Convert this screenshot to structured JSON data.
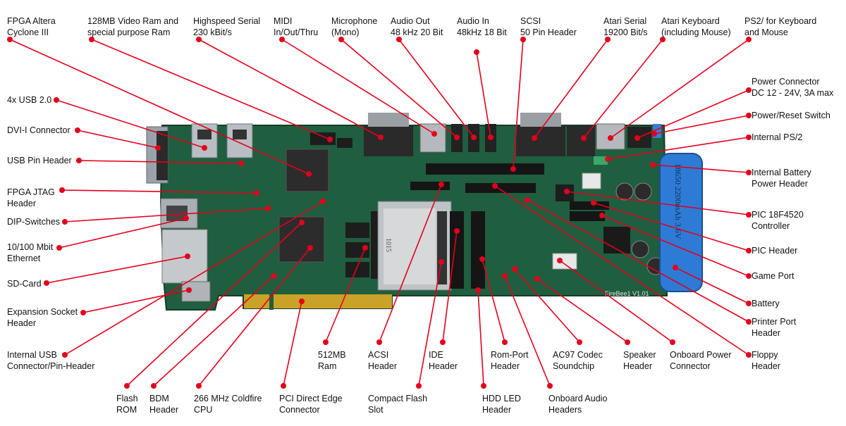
{
  "colors": {
    "pcb": "#1f5e3f",
    "leader": "#e3001b",
    "text": "#111111"
  },
  "board": {
    "marking": "FireBee1 V1.01",
    "battery_marking": "18650 2200mAh 3.6V",
    "cf_chip": "1015"
  },
  "labels": [
    {
      "id": "fpga",
      "text": "FPGA Altera\nCyclone III"
    },
    {
      "id": "video-ram",
      "text": "128MB Video Ram and\nspecial purpose Ram"
    },
    {
      "id": "hs-serial",
      "text": "Highspeed Serial\n230 kBit/s"
    },
    {
      "id": "midi",
      "text": "MIDI\nIn/Out/Thru"
    },
    {
      "id": "mic",
      "text": "Microphone\n(Mono)"
    },
    {
      "id": "audio-out",
      "text": "Audio Out\n48 kHz 20 Bit"
    },
    {
      "id": "audio-in",
      "text": "Audio In\n48kHz 18 Bit"
    },
    {
      "id": "scsi",
      "text": "SCSI\n50 Pin Header"
    },
    {
      "id": "atari-serial",
      "text": "Atari Serial\n19200 Bit/s"
    },
    {
      "id": "atari-kbd",
      "text": "Atari Keyboard\n(including Mouse)"
    },
    {
      "id": "ps2",
      "text": "PS2/ for Keyboard\nand Mouse"
    },
    {
      "id": "power-conn",
      "text": "Power Connector\nDC 12 - 24V, 3A max"
    },
    {
      "id": "power-switch",
      "text": "Power/Reset Switch"
    },
    {
      "id": "internal-ps2",
      "text": "Internal PS/2"
    },
    {
      "id": "batt-header",
      "text": "Internal Battery\nPower Header"
    },
    {
      "id": "pic",
      "text": "PIC 18F4520\nController"
    },
    {
      "id": "pic-header",
      "text": "PIC Header"
    },
    {
      "id": "game-port",
      "text": "Game Port"
    },
    {
      "id": "battery",
      "text": "Battery"
    },
    {
      "id": "printer",
      "text": "Printer Port\nHeader"
    },
    {
      "id": "floppy",
      "text": "Floppy\nHeader"
    },
    {
      "id": "usb4",
      "text": "4x USB 2.0"
    },
    {
      "id": "dvi",
      "text": "DVI-I Connector"
    },
    {
      "id": "usb-pin",
      "text": "USB Pin Header"
    },
    {
      "id": "jtag",
      "text": "FPGA JTAG\nHeader"
    },
    {
      "id": "dip",
      "text": "DIP-Switches"
    },
    {
      "id": "ethernet",
      "text": "10/100 Mbit\nEthernet"
    },
    {
      "id": "sd",
      "text": "SD-Card"
    },
    {
      "id": "expansion",
      "text": "Expansion Socket\nHeader"
    },
    {
      "id": "int-usb",
      "text": "Internal USB\nConnector/Pin-Header"
    },
    {
      "id": "flash",
      "text": "Flash\nROM"
    },
    {
      "id": "bdm",
      "text": "BDM\nHeader"
    },
    {
      "id": "cpu",
      "text": "266 MHz Coldfire\nCPU"
    },
    {
      "id": "pci",
      "text": "PCI Direct Edge\nConnector"
    },
    {
      "id": "ram512",
      "text": "512MB\nRam"
    },
    {
      "id": "acsi",
      "text": "ACSI\nHeader"
    },
    {
      "id": "cf",
      "text": "Compact Flash\nSlot"
    },
    {
      "id": "ide",
      "text": "IDE\nHeader"
    },
    {
      "id": "hdd-led",
      "text": "HDD LED\nHeader"
    },
    {
      "id": "rom-port",
      "text": "Rom-Port\nHeader"
    },
    {
      "id": "onboard-audio",
      "text": "Onboard Audio\nHeaders"
    },
    {
      "id": "ac97",
      "text": "AC97 Codec\nSoundchip"
    },
    {
      "id": "speaker",
      "text": "Speaker\nHeader"
    },
    {
      "id": "onboard-power",
      "text": "Onboard Power\nConnector"
    }
  ]
}
